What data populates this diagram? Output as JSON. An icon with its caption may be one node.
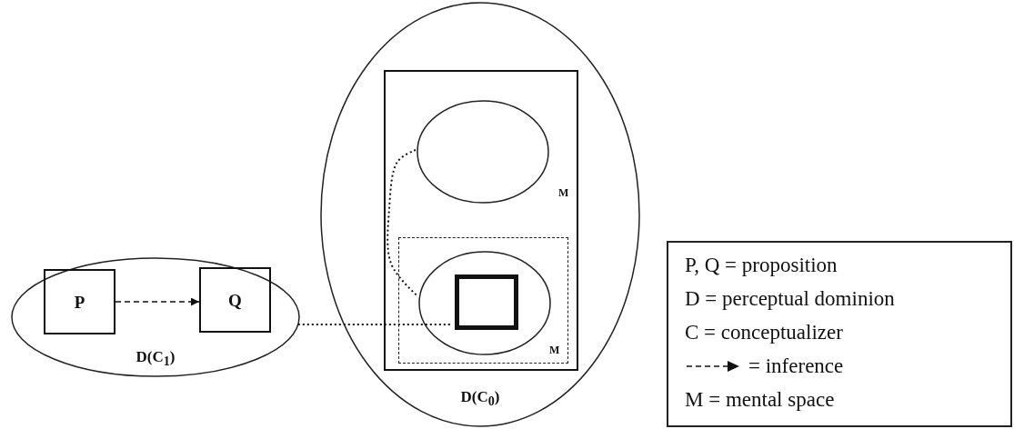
{
  "diagram": {
    "nodes": [
      {
        "text": [
          "D(C$_{1}$)"
        ]
      },
      {
        "text": [
          "P"
        ],
        "in": 0
      },
      {
        "text": [
          "Q"
        ],
        "in": 0
      },
      {
        "text": [
          "D(C$_{0}$)"
        ]
      },
      {
        "text": [],
        "shape": "box",
        "in": 3
      },
      {
        "text": [],
        "shape": "ellipse",
        "in": 4,
        "beside": [
          "M"
        ]
      },
      {
        "text": [],
        "shape": "box",
        "in": 4
      },
      {
        "text": [],
        "shape": "ellipse",
        "in": 6,
        "beside": [
          "M"
        ]
      },
      {
        "text": [],
        "shape": "box",
        "in": 7
      }
    ],
    "edges": [
      {
        "from": 1,
        "to": 2,
        "arrow": "to",
        "style": "dashed"
      },
      {
        "from": 0,
        "to": 8,
        "arrow": "none",
        "style": "dashed"
      },
      {
        "from": 5,
        "to": 7,
        "arrow": "none",
        "style": "dashed"
      }
    ],
    "legend": [
      {
        "text": "P, Q = proposition"
      },
      {
        "text": "D = perceptual dominion"
      },
      {
        "text": "C = conceptualizer"
      },
      {
        "text": "= inference"
      },
      {
        "text": "M = mental space"
      }
    ]
  }
}
